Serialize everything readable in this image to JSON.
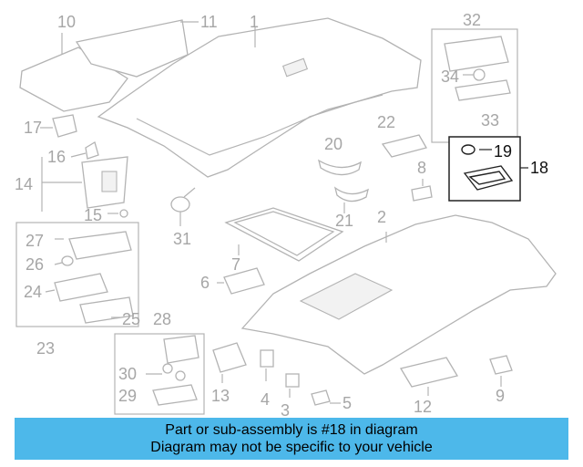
{
  "parts": {
    "p1": "1",
    "p2": "2",
    "p3": "3",
    "p4": "4",
    "p5": "5",
    "p6": "6",
    "p7": "7",
    "p8": "8",
    "p9": "9",
    "p10": "10",
    "p11": "11",
    "p12": "12",
    "p13": "13",
    "p14": "14",
    "p15": "15",
    "p16": "16",
    "p17": "17",
    "p18": "18",
    "p19": "19",
    "p20": "20",
    "p21": "21",
    "p22": "22",
    "p23": "23",
    "p24": "24",
    "p25": "25",
    "p26": "26",
    "p27": "27",
    "p28": "28",
    "p29": "29",
    "p30": "30",
    "p31": "31",
    "p32": "32",
    "p33": "33",
    "p34": "34"
  },
  "footer": {
    "line1": "Part or sub-assembly is #18 in diagram",
    "line2": "Diagram may not be specific to your vehicle",
    "background": "#4db8ea"
  },
  "colors": {
    "linework": "#b3b3b3",
    "highlight": "#111111"
  }
}
